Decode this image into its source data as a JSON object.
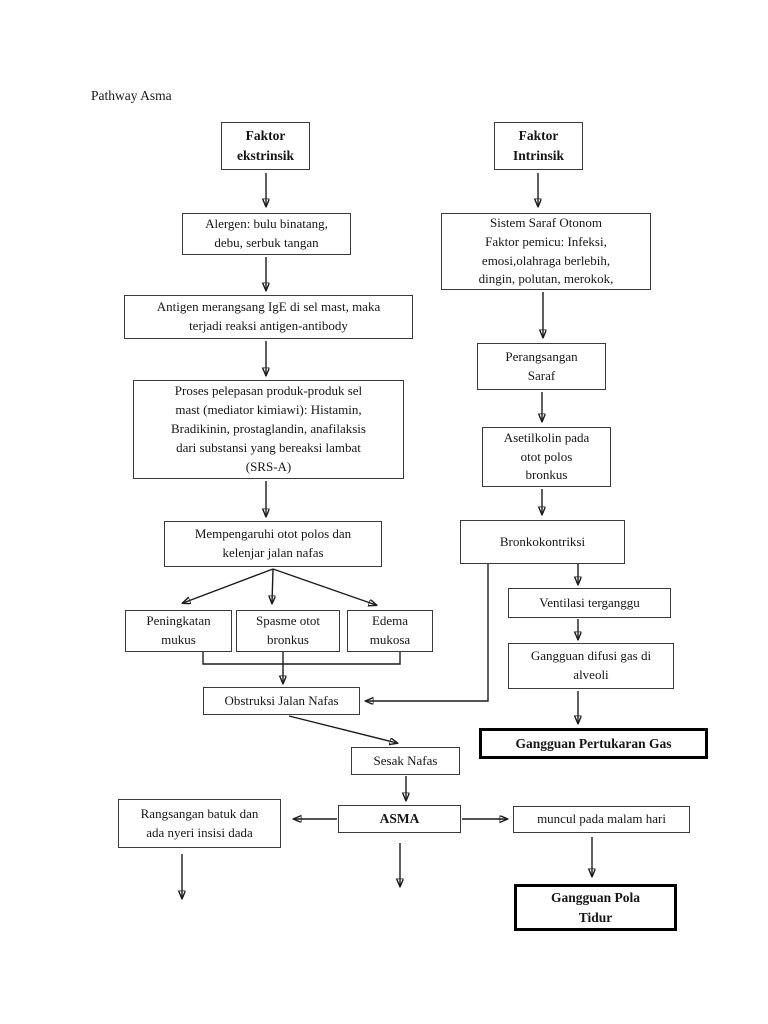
{
  "page": {
    "title": "Pathway Asma"
  },
  "diagram": {
    "type": "flowchart",
    "nodes": {
      "faktor_ekstrinsik": "Faktor\nekstrinsik",
      "faktor_intrinsik": "Faktor\nIntrinsik",
      "alergen": "Alergen: bulu binatang,\ndebu, serbuk tangan",
      "sistem_saraf": "Sistem Saraf Otonom\nFaktor pemicu: Infeksi,\nemosi,olahraga berlebih,\ndingin, polutan, merokok,",
      "antigen": "Antigen merangsang IgE di sel mast, maka\nterjadi reaksi antigen-antibody",
      "proses": "Proses pelepasan produk-produk sel\nmast (mediator kimiawi): Histamin,\nBradikinin, prostaglandin, anafilaksis\ndari substansi yang bereaksi lambat\n(SRS-A)",
      "perangsangan": "Perangsangan\nSaraf",
      "asetilkolin": "Asetilkolin pada\notot polos\nbronkus",
      "mempengaruhi": "Mempengaruhi otot polos dan\nkelenjar jalan nafas",
      "bronkokontriksi": "Bronkokontriksi",
      "peningkatan_mukus": "Peningkatan\nmukus",
      "spasme_otot": "Spasme otot\nbronkus",
      "edema_mukosa": "Edema\nmukosa",
      "ventilasi": "Ventilasi terganggu",
      "difusi": "Gangguan difusi gas di\nalveoli",
      "obstruksi": "Obstruksi Jalan Nafas",
      "pertukaran_gas": "Gangguan Pertukaran Gas",
      "sesak_nafas": "Sesak Nafas",
      "asma": "ASMA",
      "rangsangan_batuk": "Rangsangan batuk dan\nada nyeri insisi dada",
      "muncul_malam": "muncul pada malam hari",
      "pola_tidur": "Gangguan Pola\nTidur"
    },
    "colors": {
      "line": "#1c1c1c",
      "border": "#3a3a3a",
      "thick_border": "#000000",
      "background": "#ffffff"
    }
  }
}
